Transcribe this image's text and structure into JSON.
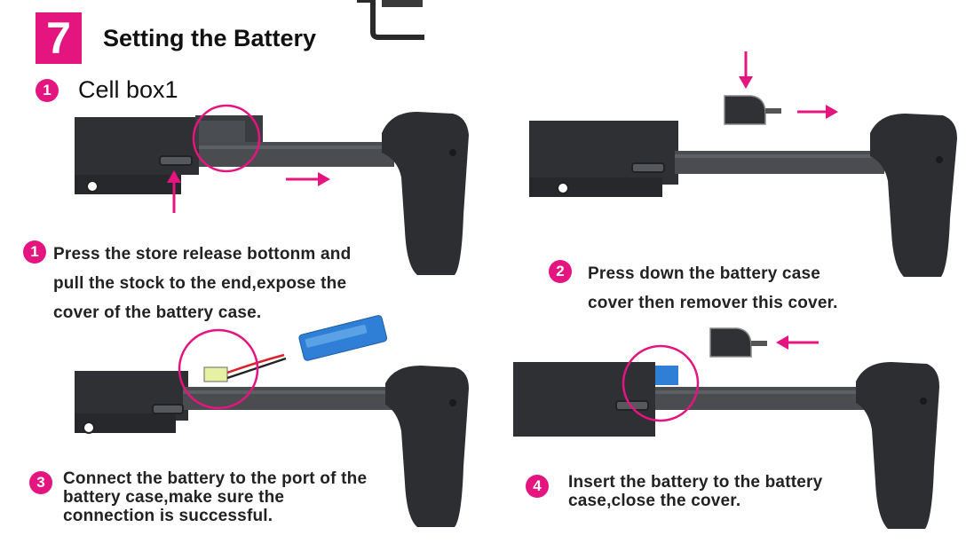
{
  "header": {
    "step_number": "7",
    "title": "Setting the Battery"
  },
  "subheader": {
    "marker": "1",
    "label": "Cell box1"
  },
  "steps": [
    {
      "marker": "1",
      "text": "Press the store release bottonm and\npull the stock to the end,expose the\ncover of the battery case."
    },
    {
      "marker": "2",
      "text": "Press down the battery case\ncover then remover this cover."
    },
    {
      "marker": "3",
      "text": "Connect the battery to the port of the\nbattery case,make sure the\nconnection is successful."
    },
    {
      "marker": "4",
      "text": "Insert the battery to the battery\ncase,close the cover."
    }
  ],
  "colors": {
    "accent": "#e4157e",
    "product": "#2e3033",
    "battery": "#2f7fd6"
  }
}
